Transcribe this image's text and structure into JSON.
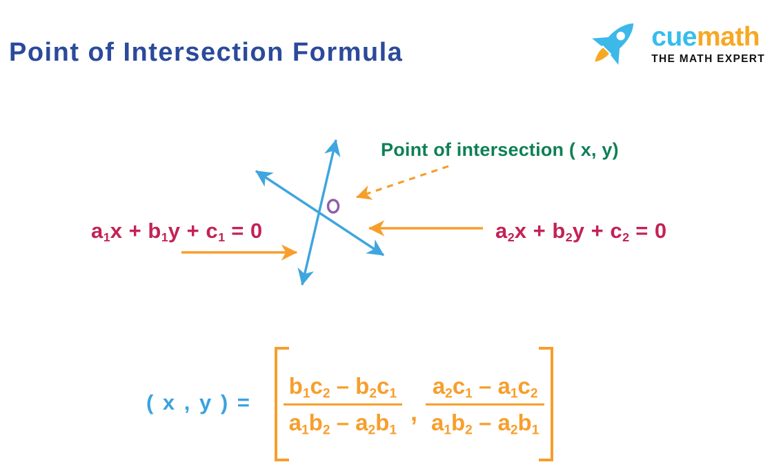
{
  "header": {
    "title": "Point of Intersection Formula"
  },
  "logo": {
    "rocket_icon": "rocket-icon",
    "brand_cue": "cue",
    "brand_math": "math",
    "tagline": "THE MATH EXPERT"
  },
  "diagram": {
    "annotation": "Point of intersection ( x, y)",
    "eq_left": [
      {
        "t": "a"
      },
      {
        "s": "1"
      },
      {
        "t": "x + b"
      },
      {
        "s": "1"
      },
      {
        "t": "y + c"
      },
      {
        "s": "1"
      },
      {
        "t": " = 0"
      }
    ],
    "eq_right": [
      {
        "t": "a"
      },
      {
        "s": "2"
      },
      {
        "t": "x + b"
      },
      {
        "s": "2"
      },
      {
        "t": "y + c"
      },
      {
        "s": "2"
      },
      {
        "t": " = 0"
      }
    ]
  },
  "formula": {
    "lhs": "( x , y ) =",
    "comma": ",",
    "x_numerator": [
      {
        "t": "b"
      },
      {
        "s": "1"
      },
      {
        "t": "c"
      },
      {
        "s": "2"
      },
      {
        "t": " – "
      },
      {
        "t": "b"
      },
      {
        "s": "2"
      },
      {
        "t": "c"
      },
      {
        "s": "1"
      }
    ],
    "x_denominator": [
      {
        "t": "a"
      },
      {
        "s": "1"
      },
      {
        "t": "b"
      },
      {
        "s": "2"
      },
      {
        "t": " – "
      },
      {
        "t": "a"
      },
      {
        "s": "2"
      },
      {
        "t": "b"
      },
      {
        "s": "1"
      }
    ],
    "y_numerator": [
      {
        "t": "a"
      },
      {
        "s": "2"
      },
      {
        "t": "c"
      },
      {
        "s": "1"
      },
      {
        "t": " – "
      },
      {
        "t": "a"
      },
      {
        "s": "1"
      },
      {
        "t": "c"
      },
      {
        "s": "2"
      }
    ],
    "y_denominator": [
      {
        "t": "a"
      },
      {
        "s": "1"
      },
      {
        "t": "b"
      },
      {
        "s": "2"
      },
      {
        "t": " – "
      },
      {
        "t": "a"
      },
      {
        "s": "2"
      },
      {
        "t": "b"
      },
      {
        "s": "1"
      }
    ]
  },
  "colors": {
    "title_blue": "#2b4a9b",
    "logo_cue_blue": "#35bdec",
    "logo_math_orange": "#f7a823",
    "logo_tagline_black": "#121212",
    "annotation_green": "#0e8056",
    "equation_crimson": "#c32255",
    "line_blue": "#3fa5de",
    "arrow_orange": "#f79e2b",
    "point_marker_purple": "#8f5fa9",
    "formula_lhs_blue": "#3aa2de",
    "rocket_blue": "#3cb9e8",
    "flame_orange": "#f7a823"
  }
}
